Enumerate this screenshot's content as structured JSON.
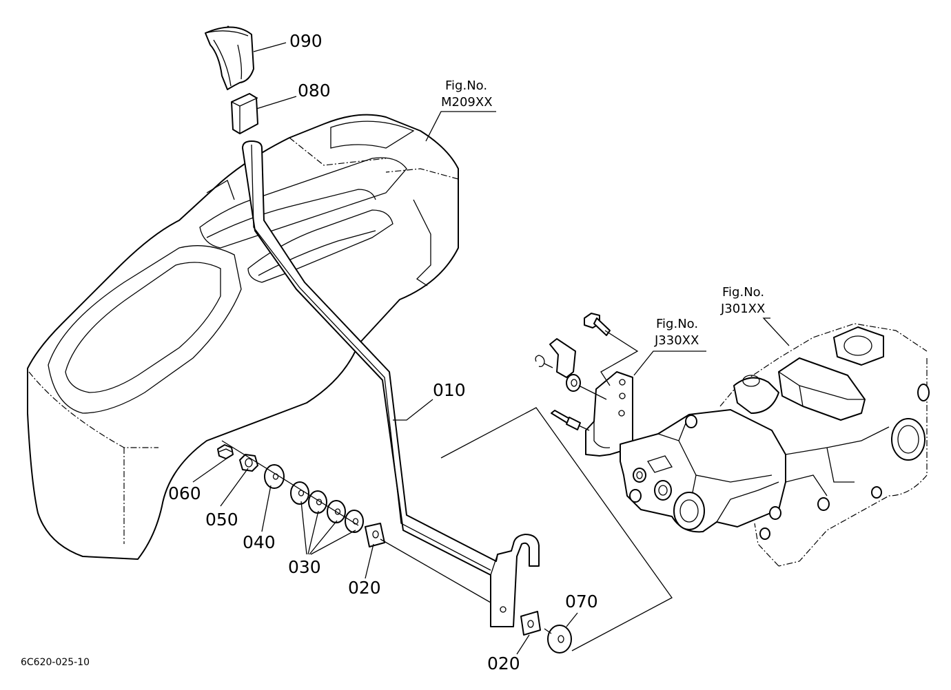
{
  "diagram_code": "6C620-025-10",
  "parts": [
    {
      "id": "p090",
      "label": "090"
    },
    {
      "id": "p080",
      "label": "080"
    },
    {
      "id": "p010",
      "label": "010"
    },
    {
      "id": "p060",
      "label": "060"
    },
    {
      "id": "p050",
      "label": "050"
    },
    {
      "id": "p040",
      "label": "040"
    },
    {
      "id": "p030",
      "label": "030"
    },
    {
      "id": "p020a",
      "label": "020"
    },
    {
      "id": "p020b",
      "label": "020"
    },
    {
      "id": "p070",
      "label": "070"
    }
  ],
  "figure_refs": [
    {
      "line1": "Fig.No.",
      "line2": "M209XX"
    },
    {
      "line1": "Fig.No.",
      "line2": "J330XX"
    },
    {
      "line1": "Fig.No.",
      "line2": "J301XX"
    }
  ]
}
